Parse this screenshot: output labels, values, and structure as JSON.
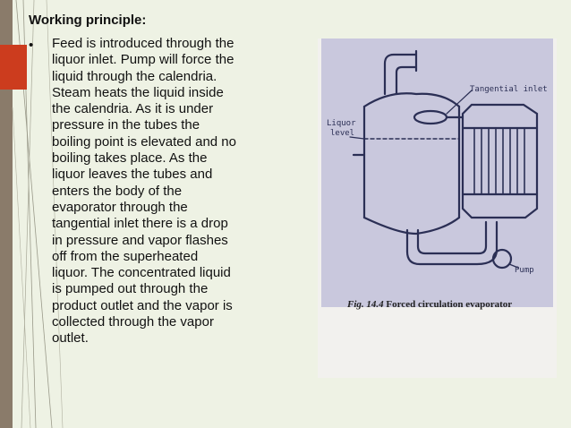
{
  "slide": {
    "title": "Working principle:",
    "bullet_glyph": "•",
    "body": "Feed is introduced through the\nliquor inlet. Pump will force the\nliquid through the calendria.\nSteam heats the liquid inside\nthe calendria. As it is under\npressure in the tubes the\nboiling point is elevated and no\nboiling takes place. As the\nliquor leaves the tubes and\nenters the body of the\nevaporator through the\ntangential inlet there is a drop\nin pressure and vapor flashes\noff from the superheated\nliquor. The concentrated liquid\nis pumped out through the\nproduct outlet and the vapor is\ncollected through the vapor\noutlet."
  },
  "figure": {
    "label_tangential": "Tangential inlet",
    "label_liquor_line1": "Liquor",
    "label_liquor_line2": "level",
    "label_pump": "Pump",
    "caption_number": "Fig. 14.4",
    "caption_text": "Forced circulation evaporator"
  },
  "colors": {
    "background": "#eef2e4",
    "accent_red": "#cc3c1e",
    "left_strip": "#8a7b6a",
    "diagram_ink": "#2b2f55",
    "photo_paper": "#f2f1ee",
    "title_text": "#111111"
  }
}
